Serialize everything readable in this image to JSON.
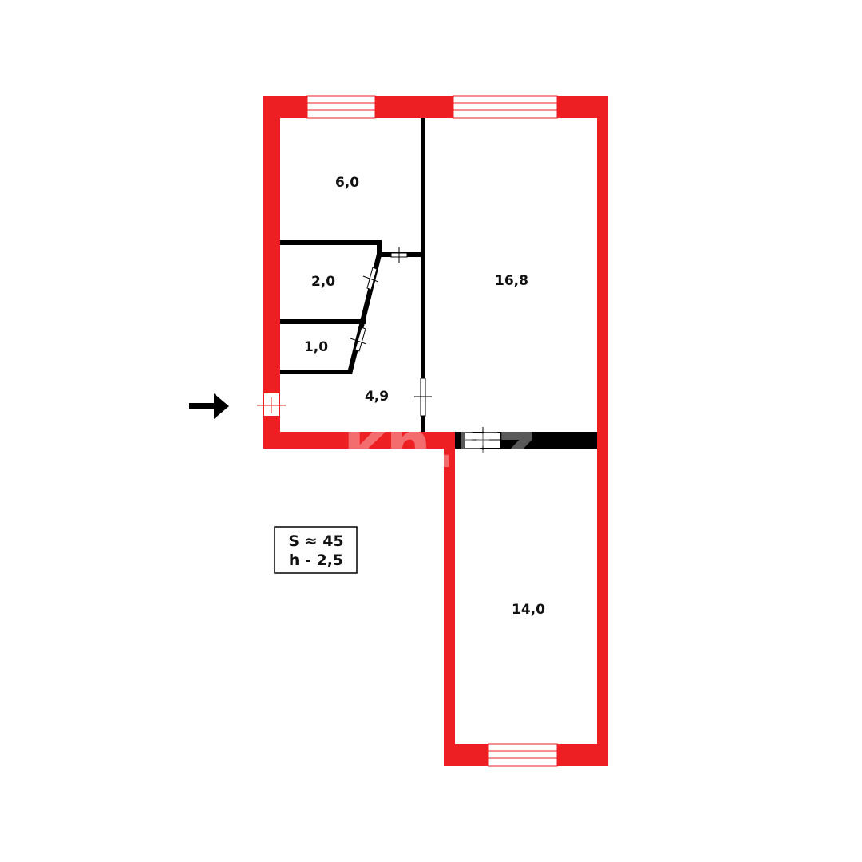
{
  "colors": {
    "outer_wall": "#ee1f22",
    "inner_wall": "#000000",
    "background": "#ffffff"
  },
  "rooms": [
    {
      "id": "room-top-left",
      "area": "6,0"
    },
    {
      "id": "room-small-1",
      "area": "2,0"
    },
    {
      "id": "room-small-2",
      "area": "1,0"
    },
    {
      "id": "hallway",
      "area": "4,9"
    },
    {
      "id": "room-large",
      "area": "16,8"
    },
    {
      "id": "room-bottom",
      "area": "14,0"
    }
  ],
  "summary": {
    "area": "S ≈ 45",
    "height": "h - 2,5"
  },
  "watermark": "kn.kz",
  "entrance": {
    "icon": "arrow-right-icon"
  }
}
